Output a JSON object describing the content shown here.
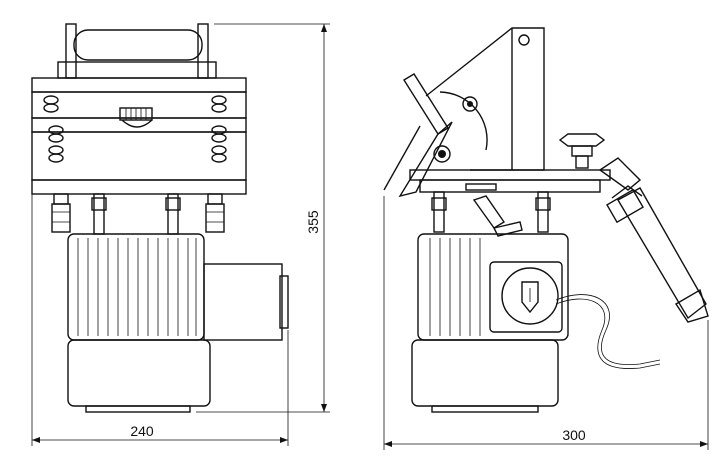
{
  "dimensions": {
    "front_width": "240",
    "height": "355",
    "side_width": "300"
  }
}
